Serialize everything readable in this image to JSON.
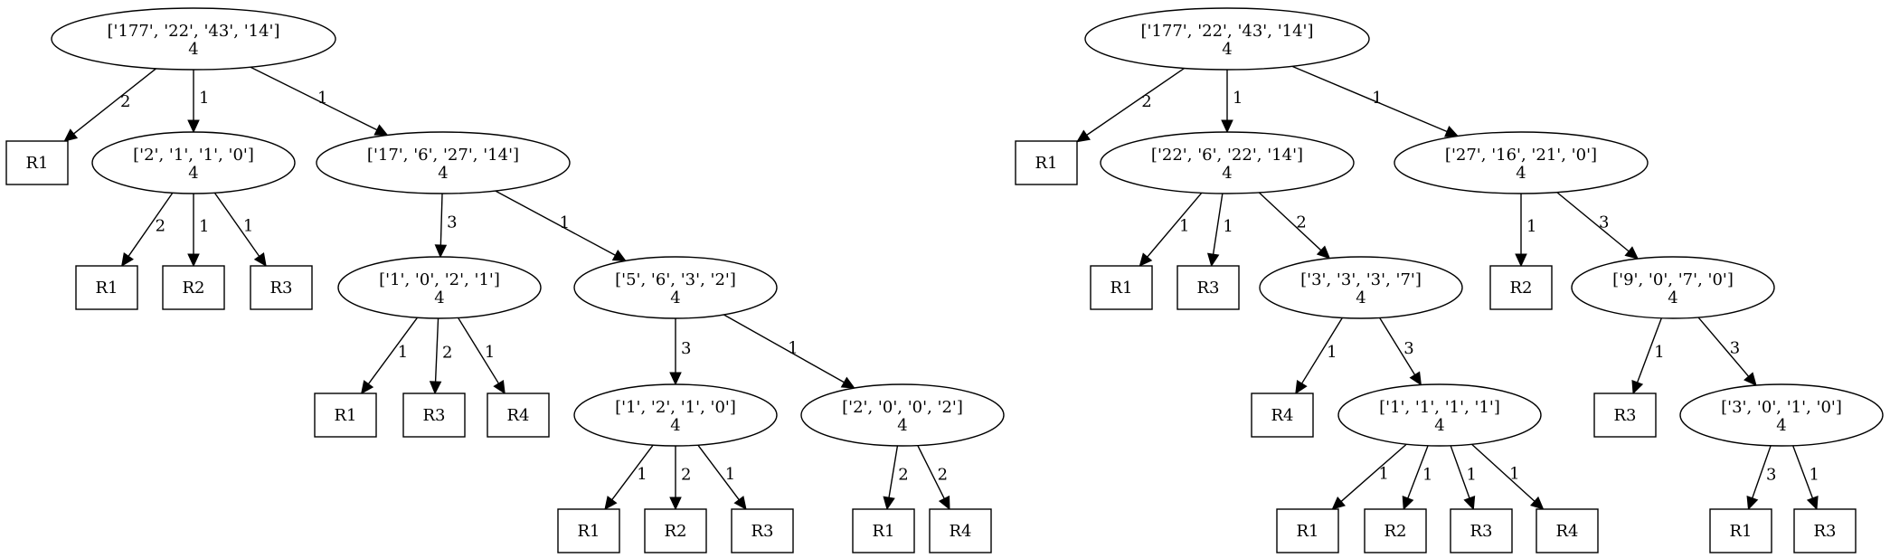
{
  "trees": [
    {
      "nodes": [
        {
          "id": "a0",
          "line1": "['177', '22', '43', '14']",
          "line2": "4"
        },
        {
          "id": "a1",
          "line1": "R1",
          "line2": ""
        },
        {
          "id": "a2",
          "line1": "['2', '1', '1', '0']",
          "line2": "4"
        },
        {
          "id": "a3",
          "line1": "['17', '6', '27', '14']",
          "line2": "4"
        },
        {
          "id": "a4",
          "line1": "R1",
          "line2": ""
        },
        {
          "id": "a5",
          "line1": "R2",
          "line2": ""
        },
        {
          "id": "a6",
          "line1": "R3",
          "line2": ""
        },
        {
          "id": "a7",
          "line1": "['1', '0', '2', '1']",
          "line2": "4"
        },
        {
          "id": "a8",
          "line1": "['5', '6', '3', '2']",
          "line2": "4"
        },
        {
          "id": "a9",
          "line1": "R1",
          "line2": ""
        },
        {
          "id": "a10",
          "line1": "R3",
          "line2": ""
        },
        {
          "id": "a11",
          "line1": "R4",
          "line2": ""
        },
        {
          "id": "a12",
          "line1": "['1', '2', '1', '0']",
          "line2": "4"
        },
        {
          "id": "a13",
          "line1": "['2', '0', '0', '2']",
          "line2": "4"
        },
        {
          "id": "a14",
          "line1": "R1",
          "line2": ""
        },
        {
          "id": "a15",
          "line1": "R2",
          "line2": ""
        },
        {
          "id": "a16",
          "line1": "R3",
          "line2": ""
        },
        {
          "id": "a17",
          "line1": "R1",
          "line2": ""
        },
        {
          "id": "a18",
          "line1": "R4",
          "line2": ""
        }
      ],
      "edges": [
        {
          "from": "a0",
          "to": "a1",
          "label": "2"
        },
        {
          "from": "a0",
          "to": "a2",
          "label": "1"
        },
        {
          "from": "a0",
          "to": "a3",
          "label": "1"
        },
        {
          "from": "a2",
          "to": "a4",
          "label": "2"
        },
        {
          "from": "a2",
          "to": "a5",
          "label": "1"
        },
        {
          "from": "a2",
          "to": "a6",
          "label": "1"
        },
        {
          "from": "a3",
          "to": "a7",
          "label": "3"
        },
        {
          "from": "a3",
          "to": "a8",
          "label": "1"
        },
        {
          "from": "a7",
          "to": "a9",
          "label": "1"
        },
        {
          "from": "a7",
          "to": "a10",
          "label": "2"
        },
        {
          "from": "a7",
          "to": "a11",
          "label": "1"
        },
        {
          "from": "a8",
          "to": "a12",
          "label": "3"
        },
        {
          "from": "a8",
          "to": "a13",
          "label": "1"
        },
        {
          "from": "a12",
          "to": "a14",
          "label": "1"
        },
        {
          "from": "a12",
          "to": "a15",
          "label": "2"
        },
        {
          "from": "a12",
          "to": "a16",
          "label": "1"
        },
        {
          "from": "a13",
          "to": "a17",
          "label": "2"
        },
        {
          "from": "a13",
          "to": "a18",
          "label": "2"
        }
      ]
    },
    {
      "nodes": [
        {
          "id": "b0",
          "line1": "['177', '22', '43', '14']",
          "line2": "4"
        },
        {
          "id": "b1",
          "line1": "R1",
          "line2": ""
        },
        {
          "id": "b2",
          "line1": "['22', '6', '22', '14']",
          "line2": "4"
        },
        {
          "id": "b3",
          "line1": "['27', '16', '21', '0']",
          "line2": "4"
        },
        {
          "id": "b4",
          "line1": "R1",
          "line2": ""
        },
        {
          "id": "b5",
          "line1": "R3",
          "line2": ""
        },
        {
          "id": "b6",
          "line1": "['3', '3', '3', '7']",
          "line2": "4"
        },
        {
          "id": "b7",
          "line1": "R2",
          "line2": ""
        },
        {
          "id": "b8",
          "line1": "['9', '0', '7', '0']",
          "line2": "4"
        },
        {
          "id": "b9",
          "line1": "R4",
          "line2": ""
        },
        {
          "id": "b10",
          "line1": "['1', '1', '1', '1']",
          "line2": "4"
        },
        {
          "id": "b11",
          "line1": "R3",
          "line2": ""
        },
        {
          "id": "b12",
          "line1": "['3', '0', '1', '0']",
          "line2": "4"
        },
        {
          "id": "b13",
          "line1": "R1",
          "line2": ""
        },
        {
          "id": "b14",
          "line1": "R2",
          "line2": ""
        },
        {
          "id": "b15",
          "line1": "R3",
          "line2": ""
        },
        {
          "id": "b16",
          "line1": "R4",
          "line2": ""
        },
        {
          "id": "b17",
          "line1": "R1",
          "line2": ""
        },
        {
          "id": "b18",
          "line1": "R3",
          "line2": ""
        }
      ],
      "edges": [
        {
          "from": "b0",
          "to": "b1",
          "label": "2"
        },
        {
          "from": "b0",
          "to": "b2",
          "label": "1"
        },
        {
          "from": "b0",
          "to": "b3",
          "label": "1"
        },
        {
          "from": "b2",
          "to": "b4",
          "label": "1"
        },
        {
          "from": "b2",
          "to": "b5",
          "label": "1"
        },
        {
          "from": "b2",
          "to": "b6",
          "label": "2"
        },
        {
          "from": "b3",
          "to": "b7",
          "label": "1"
        },
        {
          "from": "b3",
          "to": "b8",
          "label": "3"
        },
        {
          "from": "b6",
          "to": "b9",
          "label": "1"
        },
        {
          "from": "b6",
          "to": "b10",
          "label": "3"
        },
        {
          "from": "b8",
          "to": "b11",
          "label": "1"
        },
        {
          "from": "b8",
          "to": "b12",
          "label": "3"
        },
        {
          "from": "b10",
          "to": "b13",
          "label": "1"
        },
        {
          "from": "b10",
          "to": "b14",
          "label": "1"
        },
        {
          "from": "b10",
          "to": "b15",
          "label": "1"
        },
        {
          "from": "b10",
          "to": "b16",
          "label": "1"
        },
        {
          "from": "b12",
          "to": "b17",
          "label": "3"
        },
        {
          "from": "b12",
          "to": "b18",
          "label": "1"
        }
      ]
    }
  ]
}
